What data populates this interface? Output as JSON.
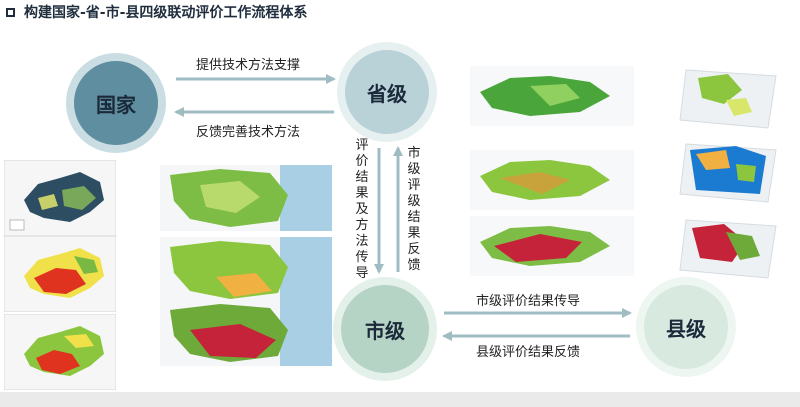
{
  "title": "构建国家-省-市-县四级联动评价工作流程体系",
  "nodes": {
    "national": "国家",
    "provincial": "省级",
    "city": "市级",
    "county": "县级"
  },
  "arrows": {
    "national_to_provincial": "提供技术方法支撑",
    "provincial_to_national": "反馈完善技术方法",
    "provincial_to_city": "评价结果及方法传导",
    "city_to_provincial": "市级评级结果反馈",
    "city_to_county": "市级评价结果传导",
    "county_to_city": "县级评价结果反馈"
  },
  "colors": {
    "arrow": "#9fbcc3",
    "national": "#5f8ea0",
    "provincial": "#b9d2d7",
    "city": "#b5d4c6",
    "county": "#d8e9df"
  }
}
